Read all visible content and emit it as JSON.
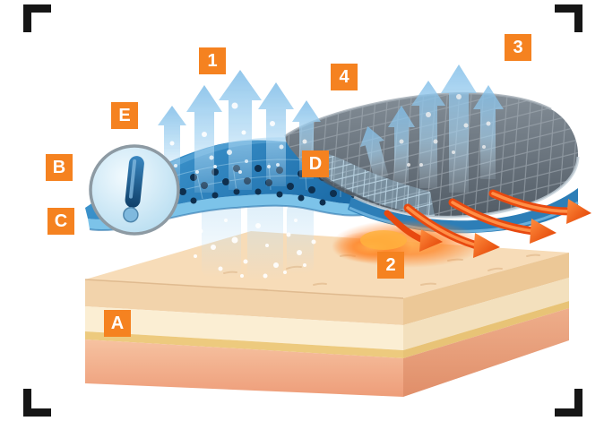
{
  "colors": {
    "label_bg": "#f58220",
    "label_text": "#ffffff",
    "fabric_blue": "#2d7eb7",
    "mesh_gray": "#67717b",
    "heat_orange": "#e8490f",
    "vapor_blue": "#a9d6f3",
    "skin_top": "#f7dcb8",
    "skin_pink": "#f2b091"
  },
  "labels": {
    "vapor_out": "1",
    "heat_reflect": "2",
    "air_circulation": "3",
    "membrane": "4",
    "skin": "A",
    "fiber_outer": "B",
    "fiber_inner": "C",
    "perforated_layer": "D",
    "magnified_fiber": "E"
  }
}
